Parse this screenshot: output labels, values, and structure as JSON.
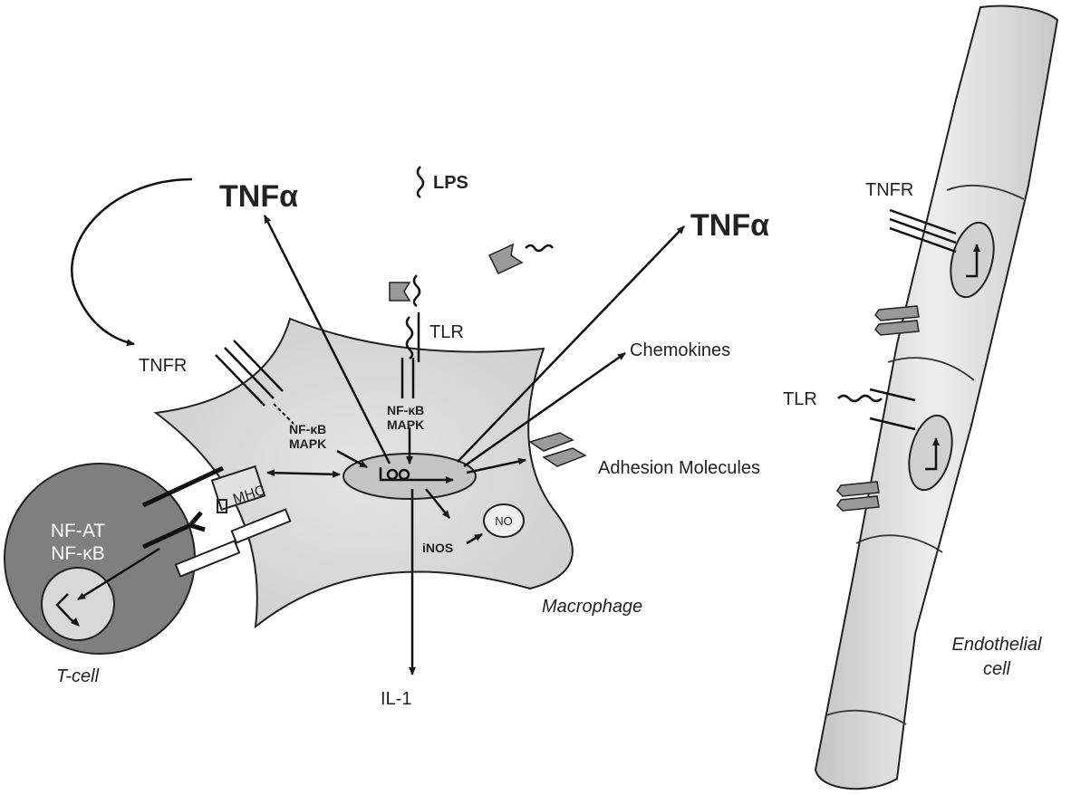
{
  "labels": {
    "tnf_alpha_left": "TNFα",
    "tnf_alpha_right": "TNFα",
    "lps": "LPS",
    "tlr_macrophage": "TLR",
    "tnfr_macrophage": "TNFR",
    "nfkb_mapk_left_1": "NF-κB",
    "nfkb_mapk_left_2": "MAPK",
    "nfkb_mapk_center_1": "NF-κB",
    "nfkb_mapk_center_2": "MAPK",
    "chemokines": "Chemokines",
    "adhesion_molecules": "Adhesion Molecules",
    "inos": "iNOS",
    "no": "NO",
    "mhc": "MHC",
    "il1": "IL-1",
    "tcell_nfat": "NF-AT",
    "tcell_nfkb": "NF-κB",
    "tcell_name": "T-cell",
    "macrophage_name": "Macrophage",
    "endothelial_name_1": "Endothelial",
    "endothelial_name_2": "cell",
    "tnfr_endothelial": "TNFR",
    "tlr_endothelial": "TLR"
  },
  "colors": {
    "macrophage_fill": "#d9d9d9",
    "tcell_fill": "#7f7f7f",
    "endothelial_fill": "#dcdcdc",
    "nucleus_fill": "#c8c8c8",
    "line": "#1a1a1a"
  }
}
